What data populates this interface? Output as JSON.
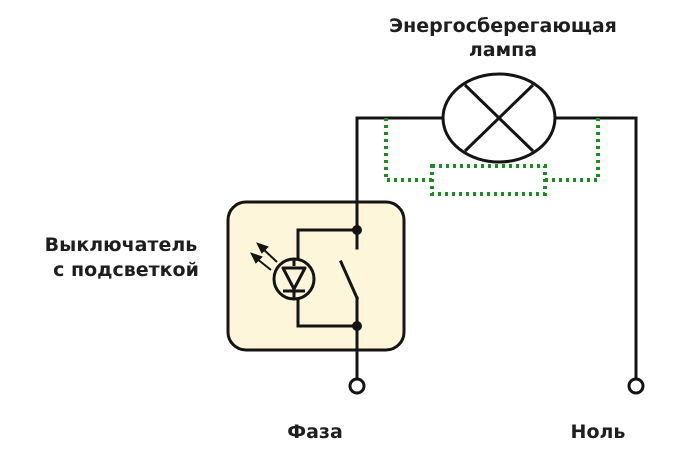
{
  "labels": {
    "lamp_line1": "Энергосберегающая",
    "lamp_line2": "лампа",
    "switch_line1": "Выключатель",
    "switch_line2": "с подсветкой",
    "phase": "Фаза",
    "neutral": "Ноль"
  },
  "colors": {
    "wire": "#141414",
    "switch_fill": "#fdf6da",
    "dotted_bypass": "#1d8a24",
    "background": "#ffffff"
  },
  "icons": {
    "lamp": "lamp-cross-circle",
    "led": "diode-in-circle",
    "switch": "open-contact",
    "resistor": "resistor-box",
    "terminal": "open-circle"
  }
}
